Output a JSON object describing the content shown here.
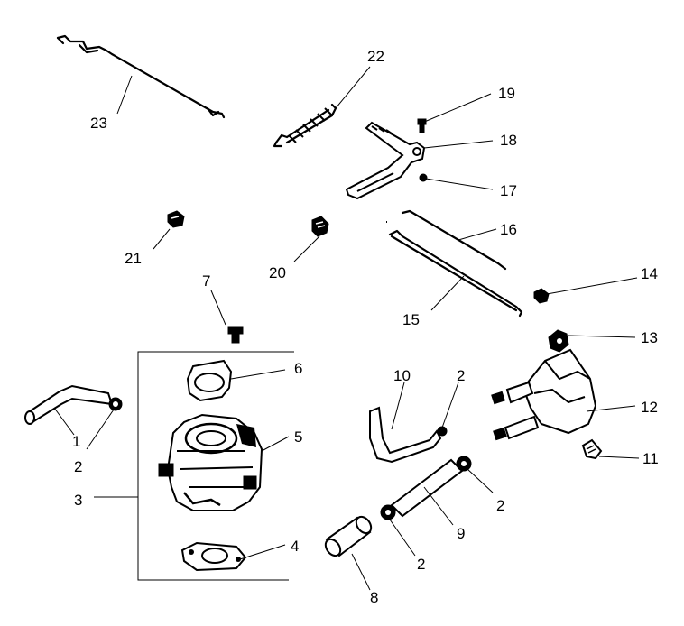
{
  "callouts": {
    "c1": "1",
    "c2a": "2",
    "c2b": "2",
    "c2c": "2",
    "c2d": "2",
    "c3": "3",
    "c4": "4",
    "c5": "5",
    "c6": "6",
    "c7": "7",
    "c8": "8",
    "c9": "9",
    "c10": "10",
    "c11": "11",
    "c12": "12",
    "c13": "13",
    "c14": "14",
    "c15": "15",
    "c16": "16",
    "c17": "17",
    "c18": "18",
    "c19": "19",
    "c20": "20",
    "c21": "21",
    "c22": "22",
    "c23": "23"
  }
}
